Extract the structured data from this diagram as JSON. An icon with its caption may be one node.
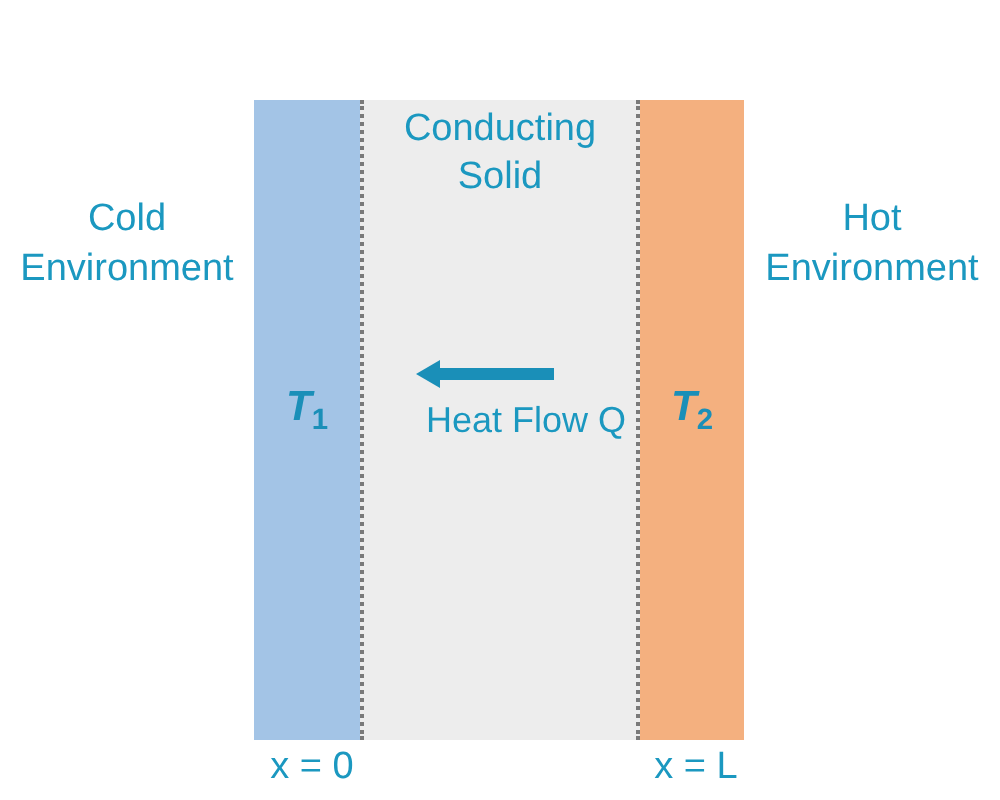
{
  "diagram": {
    "nodes": [
      {
        "text": [
          "*T*$_{1}$"
        ],
        "beside": [
          "Cold Environment"
        ]
      },
      {
        "text": [
          "Conducting Solid"
        ]
      },
      {
        "text": [
          "*T*$_{2}$"
        ],
        "beside": [
          "Hot Environment"
        ]
      }
    ],
    "labels": [
      "Heat Flow Q",
      "x = 0",
      "x = L"
    ]
  }
}
